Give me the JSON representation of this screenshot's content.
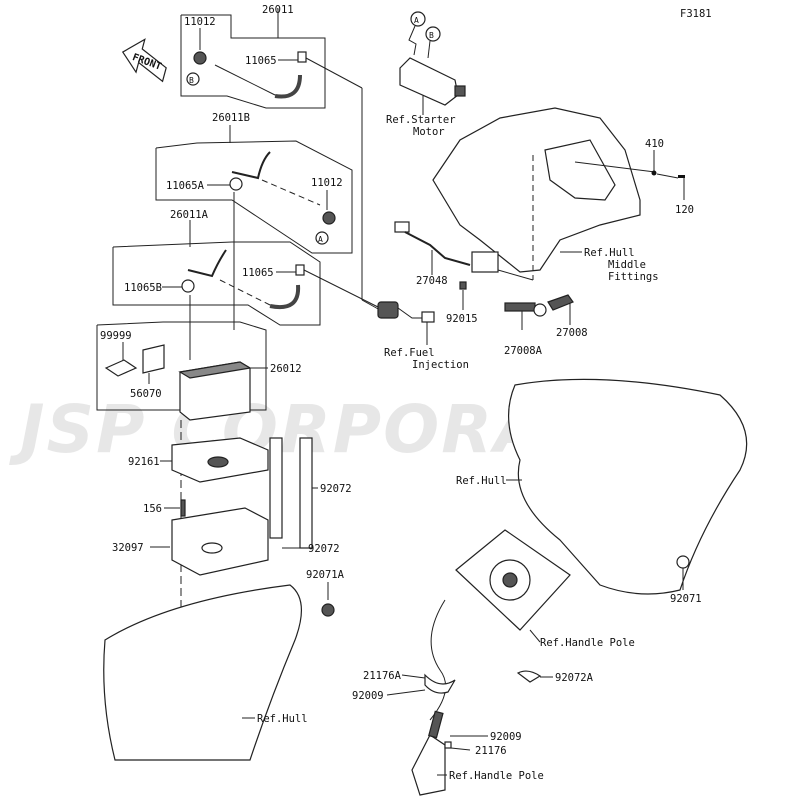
{
  "figure_id": "F3181",
  "watermark": "JSP CORPORATION",
  "front_arrow": "FRONT",
  "callouts": {
    "a": "A",
    "b": "B"
  },
  "labels": {
    "p26011": "26011",
    "p11012_top": "11012",
    "p11065_top": "11065",
    "p26011B": "26011B",
    "p11065A": "11065A",
    "p11012_mid": "11012",
    "p26011A": "26011A",
    "p11065_mid": "11065",
    "p11065B": "11065B",
    "p99999": "99999",
    "p56070": "56070",
    "p26012": "26012",
    "p92161": "92161",
    "p156": "156",
    "p32097": "32097",
    "p92072_a": "92072",
    "p92072_b": "92072",
    "p92071A": "92071A",
    "p410": "410",
    "p120": "120",
    "p27048": "27048",
    "p92015": "92015",
    "p27008A": "27008A",
    "p27008": "27008",
    "p92071": "92071",
    "p21176A": "21176A",
    "p92009_a": "92009",
    "p92072A": "92072A",
    "p92009_b": "92009",
    "p21176": "21176"
  },
  "refs": {
    "starter_1": "Ref.Starter",
    "starter_2": "Motor",
    "hull_mid_1": "Ref.Hull",
    "hull_mid_2": "Middle",
    "hull_mid_3": "Fittings",
    "fuel_1": "Ref.Fuel",
    "fuel_2": "Injection",
    "hull_right": "Ref.Hull",
    "handle_pole_1": "Ref.Handle Pole",
    "handle_pole_2": "Ref.Handle Pole",
    "hull_left": "Ref.Hull"
  }
}
